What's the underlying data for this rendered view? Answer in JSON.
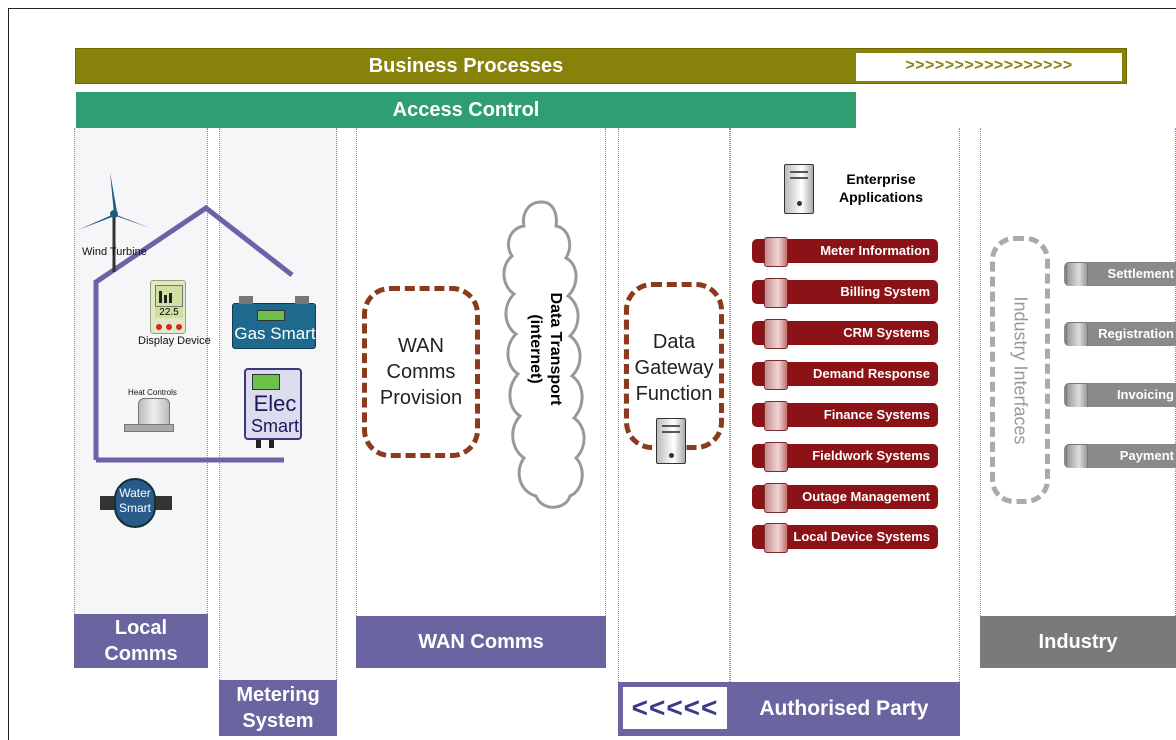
{
  "header": {
    "business_processes": "Business Processes",
    "arrows": ">>>>>>>>>>>>>>>>>",
    "access_control": "Access Control"
  },
  "home": {
    "wind_turbine": "Wind Turbine",
    "display_value": "22.5",
    "display_device": "Display Device",
    "heat_controls": "Heat Controls",
    "water_smart": "Water Smart"
  },
  "metering": {
    "gas_smart": "Gas Smart",
    "elec_line1": "Elec",
    "elec_line2": "Smart"
  },
  "wan": {
    "provision_line1": "WAN",
    "provision_line2": "Comms",
    "provision_line3": "Provision",
    "transport_line1": "Data Transport",
    "transport_line2": "(internet)"
  },
  "gateway": {
    "line1": "Data",
    "line2": "Gateway",
    "line3": "Function"
  },
  "enterprise": {
    "title_line1": "Enterprise",
    "title_line2": "Applications",
    "items": [
      "Meter Information",
      "Billing System",
      "CRM Systems",
      "Demand Response",
      "Finance Systems",
      "Fieldwork Systems",
      "Outage Management",
      "Local Device Systems"
    ]
  },
  "industry": {
    "interfaces_label": "Industry Interfaces",
    "items": [
      "Settlement",
      "Registration",
      "Invoicing",
      "Payment"
    ]
  },
  "footers": {
    "local_comms_line1": "Local",
    "local_comms_line2": "Comms",
    "metering_line1": "Metering",
    "metering_line2": "System",
    "wan_comms": "WAN Comms",
    "back_arrows": "<<<<<",
    "authorised_party": "Authorised Party",
    "industry": "Industry"
  }
}
